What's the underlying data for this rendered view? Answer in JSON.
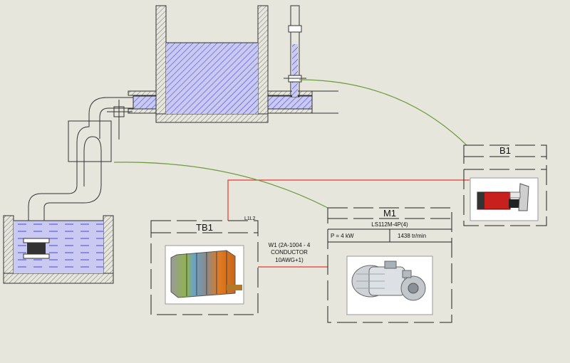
{
  "components": {
    "tb1": {
      "tag": "TB1",
      "terminals": "L1L2",
      "image": "terminal-block-photo"
    },
    "m1": {
      "tag": "M1",
      "model": "LS112M-4P(4)",
      "power": "P =   4 kW",
      "speed": "1438 tr/min",
      "image": "motor-pump-photo"
    },
    "b1": {
      "tag": "B1",
      "image": "level-sensor-photo"
    }
  },
  "cable": {
    "line1": "W1 (2A-1004 - 4",
    "line2": "CONDUCTOR",
    "line3": "10AWG+1)"
  },
  "colors": {
    "background": "#e6e6dc",
    "water": "#c9c9f2",
    "water_hatch": "#4a4ad8",
    "power_wire": "#e53a2f",
    "signal_wire": "#6e9a3c",
    "pipe": "#d8d8ea"
  }
}
